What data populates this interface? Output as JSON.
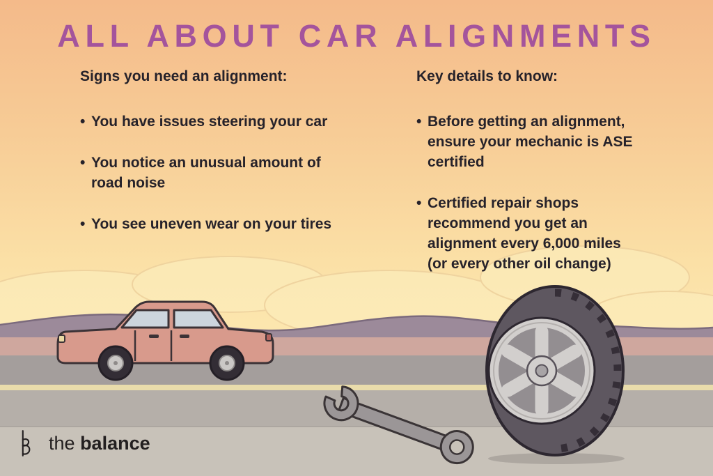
{
  "title": "ALL ABOUT CAR ALIGNMENTS",
  "signs": {
    "heading": "Signs you need an alignment:",
    "items": [
      "You have issues steering your car",
      "You notice an unusual amount of road noise",
      "You see uneven wear on your tires"
    ]
  },
  "details": {
    "heading": "Key details to know:",
    "items": [
      "Before getting an alignment, ensure your mechanic is ASE certified",
      "Certified repair shops recommend you get an alignment every 6,000 miles (or every other oil change)"
    ]
  },
  "logo": {
    "prefix": "the",
    "name": "balance"
  },
  "colors": {
    "title": "#a4549c",
    "text": "#26222a",
    "sky_top": "#f4ba8a",
    "sky_bottom": "#fce9b2",
    "car_body": "#d89a8c",
    "mountains": "#9c8a9a",
    "road": "#a49e9c",
    "road_line": "#e9dcab"
  }
}
